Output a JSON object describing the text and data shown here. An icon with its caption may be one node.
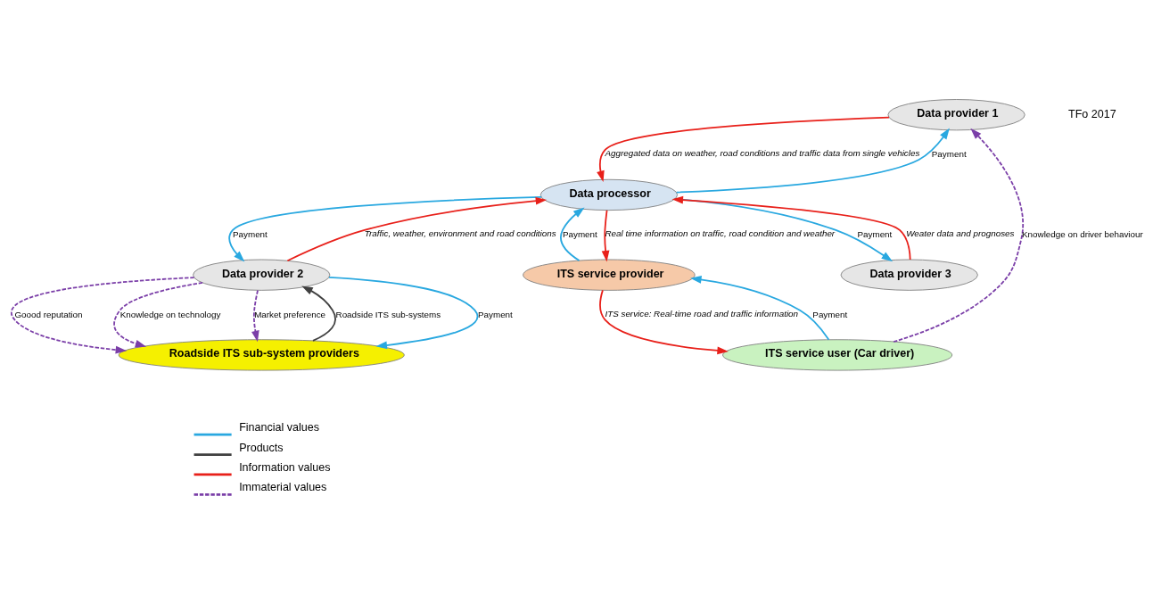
{
  "diagram": {
    "nodes": [
      {
        "text": [
          "Data provider 1"
        ]
      },
      {
        "text": [
          "Data processor"
        ]
      },
      {
        "text": [
          "ITS service provider"
        ]
      },
      {
        "text": [
          "Data provider 2"
        ]
      },
      {
        "text": [
          "Data provider 3"
        ]
      },
      {
        "text": [
          "ITS service user (Car driver)"
        ]
      },
      {
        "text": [
          "Roadside ITS sub-system providers"
        ]
      }
    ],
    "edges": [
      {
        "from": 0,
        "to": 1,
        "arrow": "to",
        "label": "Aggregated data on weather, road conditions and traffic data from single vehicles",
        "color": "#e8201a"
      },
      {
        "from": 1,
        "to": 0,
        "arrow": "to",
        "label": "Payment",
        "color": "#29a8e0"
      },
      {
        "from": 1,
        "to": 2,
        "arrow": "to",
        "label": "Real time information on traffic, road condition and weather",
        "color": "#e8201a"
      },
      {
        "from": 1,
        "to": 3,
        "arrow": "to",
        "label": "Payment",
        "color": "#29a8e0"
      },
      {
        "from": 3,
        "to": 1,
        "arrow": "to",
        "label": "Traffic, weather, environment and road conditions",
        "color": "#e8201a"
      },
      {
        "from": 1,
        "to": 4,
        "arrow": "to",
        "label": "Payment",
        "color": "#29a8e0"
      },
      {
        "from": 4,
        "to": 1,
        "arrow": "to",
        "label": "Weater data and prognoses",
        "color": "#e8201a"
      },
      {
        "from": 2,
        "to": 1,
        "arrow": "to",
        "label": "Payment",
        "color": "#29a8e0"
      },
      {
        "from": 2,
        "to": 5,
        "arrow": "to",
        "label": "ITS service: Real-time road and traffic information",
        "color": "#e8201a"
      },
      {
        "from": 5,
        "to": 2,
        "arrow": "to",
        "label": "Payment",
        "color": "#29a8e0"
      },
      {
        "from": 5,
        "to": 0,
        "arrow": "to",
        "label": "Knowledge on driver behaviour",
        "style": "dashed",
        "color": "#7b3fa8"
      },
      {
        "from": 3,
        "to": 6,
        "arrow": "to",
        "label": "Payment",
        "color": "#29a8e0"
      },
      {
        "from": 6,
        "to": 3,
        "arrow": "to",
        "label": "Roadside ITS sub-systems",
        "color": "#404040"
      },
      {
        "from": 3,
        "to": 6,
        "arrow": "to",
        "label": "Goood reputation",
        "style": "dashed",
        "color": "#7b3fa8"
      },
      {
        "from": 3,
        "to": 6,
        "arrow": "to",
        "label": "Knowledge on technology",
        "style": "dashed",
        "color": "#7b3fa8"
      },
      {
        "from": 3,
        "to": 6,
        "arrow": "to",
        "label": "Market preference",
        "style": "dashed",
        "color": "#7b3fa8"
      }
    ],
    "labels": [
      "TFo 2017"
    ],
    "legend": [
      {
        "text": "Financial values"
      },
      {
        "text": "Products"
      },
      {
        "text": "Information values"
      },
      {
        "text": "Immaterial values"
      }
    ]
  }
}
